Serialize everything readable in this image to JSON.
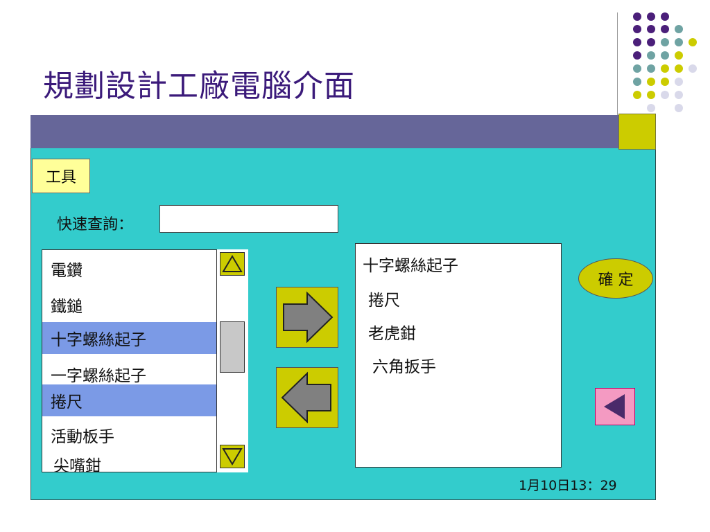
{
  "page": {
    "title": "規劃設計工廠電腦介面"
  },
  "tool_tab": {
    "label": "工具"
  },
  "search": {
    "label": "快速查詢：",
    "value": ""
  },
  "left_list": {
    "items": [
      {
        "label": "電鑽",
        "selected": false
      },
      {
        "label": "鐵鎚",
        "selected": false
      },
      {
        "label": "十字螺絲起子",
        "selected": true
      },
      {
        "label": "一字螺絲起子",
        "selected": false
      },
      {
        "label": "捲尺",
        "selected": true
      },
      {
        "label": "活動板手",
        "selected": false
      },
      {
        "label": "尖嘴鉗",
        "selected": false
      }
    ]
  },
  "right_list": {
    "items": [
      {
        "label": "十字螺絲起子"
      },
      {
        "label": "捲尺"
      },
      {
        "label": "老虎鉗"
      },
      {
        "label": "六角扳手"
      }
    ]
  },
  "confirm": {
    "label": "確 定"
  },
  "clock": {
    "text": "1月10日13：29"
  },
  "colors": {
    "frame": "#33cccc",
    "banner": "#666699",
    "accent": "#cccc00",
    "selected_row": "#7b9ae6",
    "tab": "#ffff99",
    "back_button": "#f49ac2",
    "title": "#3b1a7a"
  },
  "icons": {
    "move_right": "arrow-right-icon",
    "move_left": "arrow-left-icon",
    "scroll_up": "triangle-up-icon",
    "scroll_down": "triangle-down-icon",
    "back": "triangle-left-icon"
  }
}
